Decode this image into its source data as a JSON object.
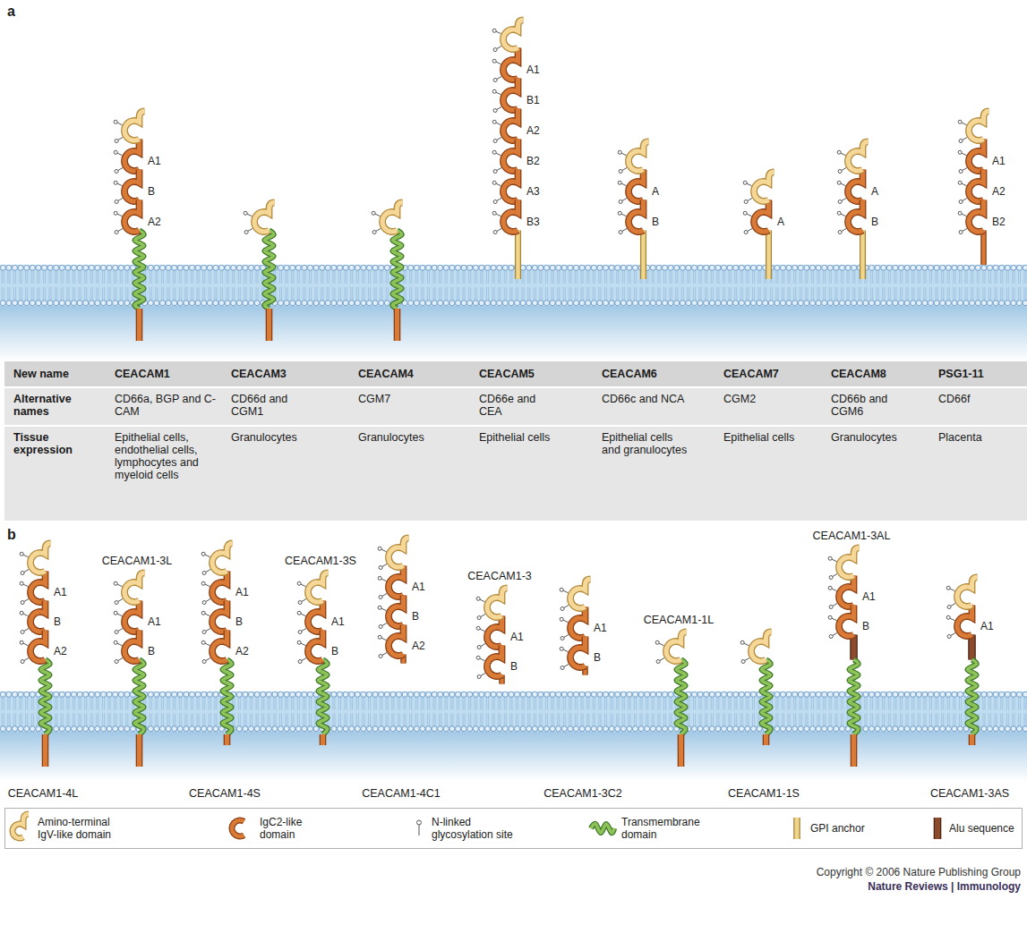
{
  "diagram": {
    "labels": [
      "a",
      "A1",
      "B",
      "A2",
      "A1",
      "B1",
      "A2",
      "B2",
      "A3",
      "B3",
      "A",
      "B",
      "A",
      "A",
      "B",
      "A1",
      "A2",
      "B2",
      "New name",
      "CEACAM1",
      "CEACAM3",
      "CEACAM4",
      "CEACAM5",
      "CEACAM6",
      "CEACAM7",
      "CEACAM8",
      "PSG1-11",
      "Alternative names",
      "CD66a, BGP and C-CAM",
      "CD66d and CGM1",
      "CGM7",
      "CD66e and CEA",
      "CD66c and NCA",
      "CGM2",
      "CD66b and CGM6",
      "CD66f",
      "Tissue expression",
      "Epithelial cells, endothelial cells, lymphocytes and myeloid cells",
      "Granulocytes",
      "Granulocytes",
      "Epithelial cells",
      "Epithelial cells and granulocytes",
      "Epithelial cells",
      "Granulocytes",
      "Placenta",
      "b",
      "CEACAM1-4L",
      "CEACAM1-3L",
      "CEACAM1-4S",
      "CEACAM1-3S",
      "CEACAM1-4C1",
      "CEACAM1-3",
      "CEACAM1-3C2",
      "CEACAM1-1L",
      "CEACAM1-1S",
      "CEACAM1-3AL",
      "CEACAM1-3AS",
      "A1",
      "B",
      "A2",
      "A1",
      "B",
      "A1",
      "B",
      "A2",
      "A1",
      "B",
      "A1",
      "B",
      "A2",
      "A1",
      "B",
      "A1",
      "B",
      "A1",
      "B",
      "A1",
      "Copyright © 2006 Nature Publishing Group",
      "Nature Reviews | Immunology"
    ],
    "legend": [
      {
        "text": "Amino-terminal IgV-like domain"
      },
      {
        "text": "IgC2-like domain"
      },
      {
        "text": "N-linked glycosylation site"
      },
      {
        "text": "Transmembrane domain"
      },
      {
        "text": "GPI anchor"
      },
      {
        "text": "Alu sequence"
      }
    ]
  }
}
